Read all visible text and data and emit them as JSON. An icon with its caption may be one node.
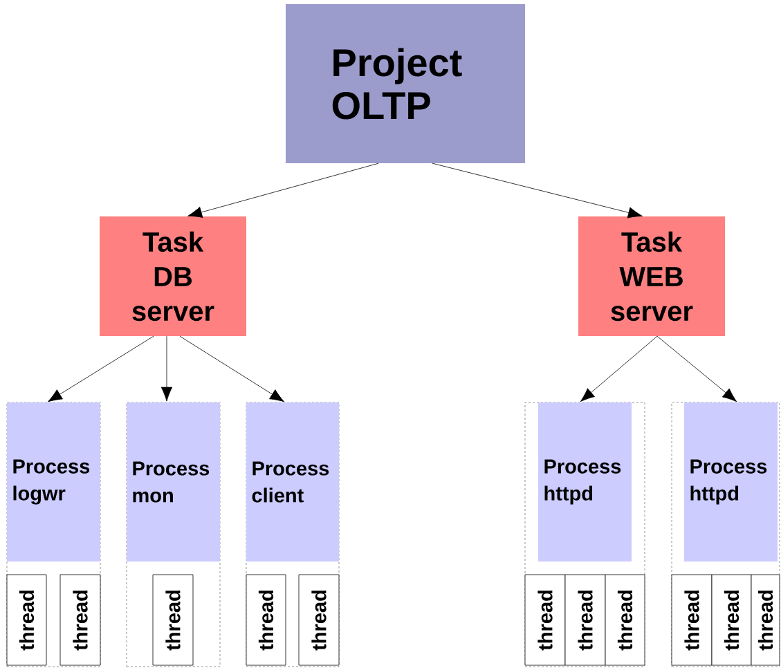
{
  "diagram": {
    "nodes": [
      {
        "text": [
          "Project OLTP"
        ]
      },
      {
        "text": [
          "Task DB server"
        ]
      },
      {
        "text": [
          "Task WEB server"
        ]
      },
      {
        "text": [],
        "shape": "box"
      },
      {
        "text": [
          "Process logwr"
        ],
        "in": 3
      },
      {
        "text": [
          "thread"
        ],
        "in": 3
      },
      {
        "text": [
          "thread"
        ],
        "in": 3
      },
      {
        "text": [],
        "shape": "box"
      },
      {
        "text": [
          "Process mon"
        ],
        "in": 7
      },
      {
        "text": [
          "thread"
        ],
        "in": 7
      },
      {
        "text": [],
        "shape": "box"
      },
      {
        "text": [
          "Process client"
        ],
        "in": 10
      },
      {
        "text": [
          "thread"
        ],
        "in": 10
      },
      {
        "text": [
          "thread"
        ],
        "in": 10
      },
      {
        "text": [],
        "shape": "box"
      },
      {
        "text": [
          "Process httpd"
        ],
        "in": 14
      },
      {
        "text": [
          "thread"
        ],
        "in": 14
      },
      {
        "text": [
          "thread"
        ],
        "in": 14
      },
      {
        "text": [
          "thread"
        ],
        "in": 14
      },
      {
        "text": [],
        "shape": "box"
      },
      {
        "text": [
          "Process httpd"
        ],
        "in": 19
      },
      {
        "text": [
          "thread"
        ],
        "in": 19
      },
      {
        "text": [
          "thread"
        ],
        "in": 19
      },
      {
        "text": [
          "thread"
        ],
        "in": 19
      }
    ],
    "edges": [
      {
        "from": 0,
        "to": 1,
        "arrow": "to"
      },
      {
        "from": 0,
        "to": 2,
        "arrow": "to"
      },
      {
        "from": 1,
        "to": 3,
        "arrow": "to"
      },
      {
        "from": 1,
        "to": 7,
        "arrow": "to"
      },
      {
        "from": 1,
        "to": 10,
        "arrow": "to"
      },
      {
        "from": 2,
        "to": 14,
        "arrow": "to"
      },
      {
        "from": 2,
        "to": 19,
        "arrow": "to"
      }
    ]
  }
}
